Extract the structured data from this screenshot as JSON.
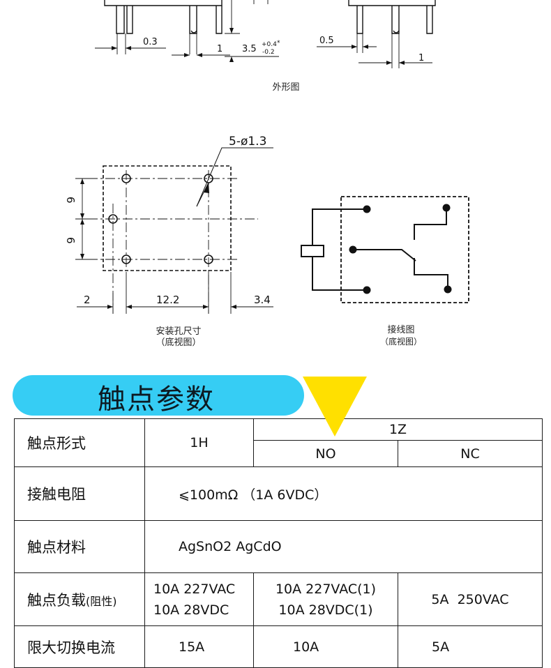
{
  "top_drawing": {
    "dim_left": "0.3",
    "dim_mid": "1",
    "dim_tol_main": "3.5",
    "dim_tol_plus": "+0.4",
    "dim_tol_minus": "-0.2",
    "dim_tol_star": "*",
    "dim_right_a": "0.5",
    "dim_right_b": "1",
    "caption": "外形图"
  },
  "hole_drawing": {
    "hole_label": "5-ø1.3",
    "dim_v1": "6",
    "dim_v2": "6",
    "dim_h1": "2",
    "dim_h2": "12.2",
    "dim_h3": "3.4",
    "caption_line1": "安装孔尺寸",
    "caption_line2": "（底视图）"
  },
  "wiring_drawing": {
    "caption_line1": "接线图",
    "caption_line2": "（底视图）"
  },
  "banner": {
    "title": "触点参数",
    "accent_color": "#36cdf4",
    "arrow_color": "#ffe000"
  },
  "table": {
    "form_label": "触点形式",
    "form_1h": "1H",
    "form_1z": "1Z",
    "form_no": "NO",
    "form_nc": "NC",
    "resistance_label": "接触电阻",
    "resistance_value": "⩽100mΩ （1A 6VDC）",
    "material_label": "触点材料",
    "material_value": "AgSnO2 AgCdO",
    "load_label": "触点负载",
    "load_label_suffix": "(阻性)",
    "load_1h_line1": "10A 227VAC",
    "load_1h_line2": "10A 28VDC",
    "load_no_line1": "10A 227VAC(1)",
    "load_no_line2": "10A 28VDC(1)",
    "load_nc": "5A  250VAC",
    "current_label": "限大切换电流",
    "current_1h": "15A",
    "current_no": "10A",
    "current_nc": "5A"
  }
}
